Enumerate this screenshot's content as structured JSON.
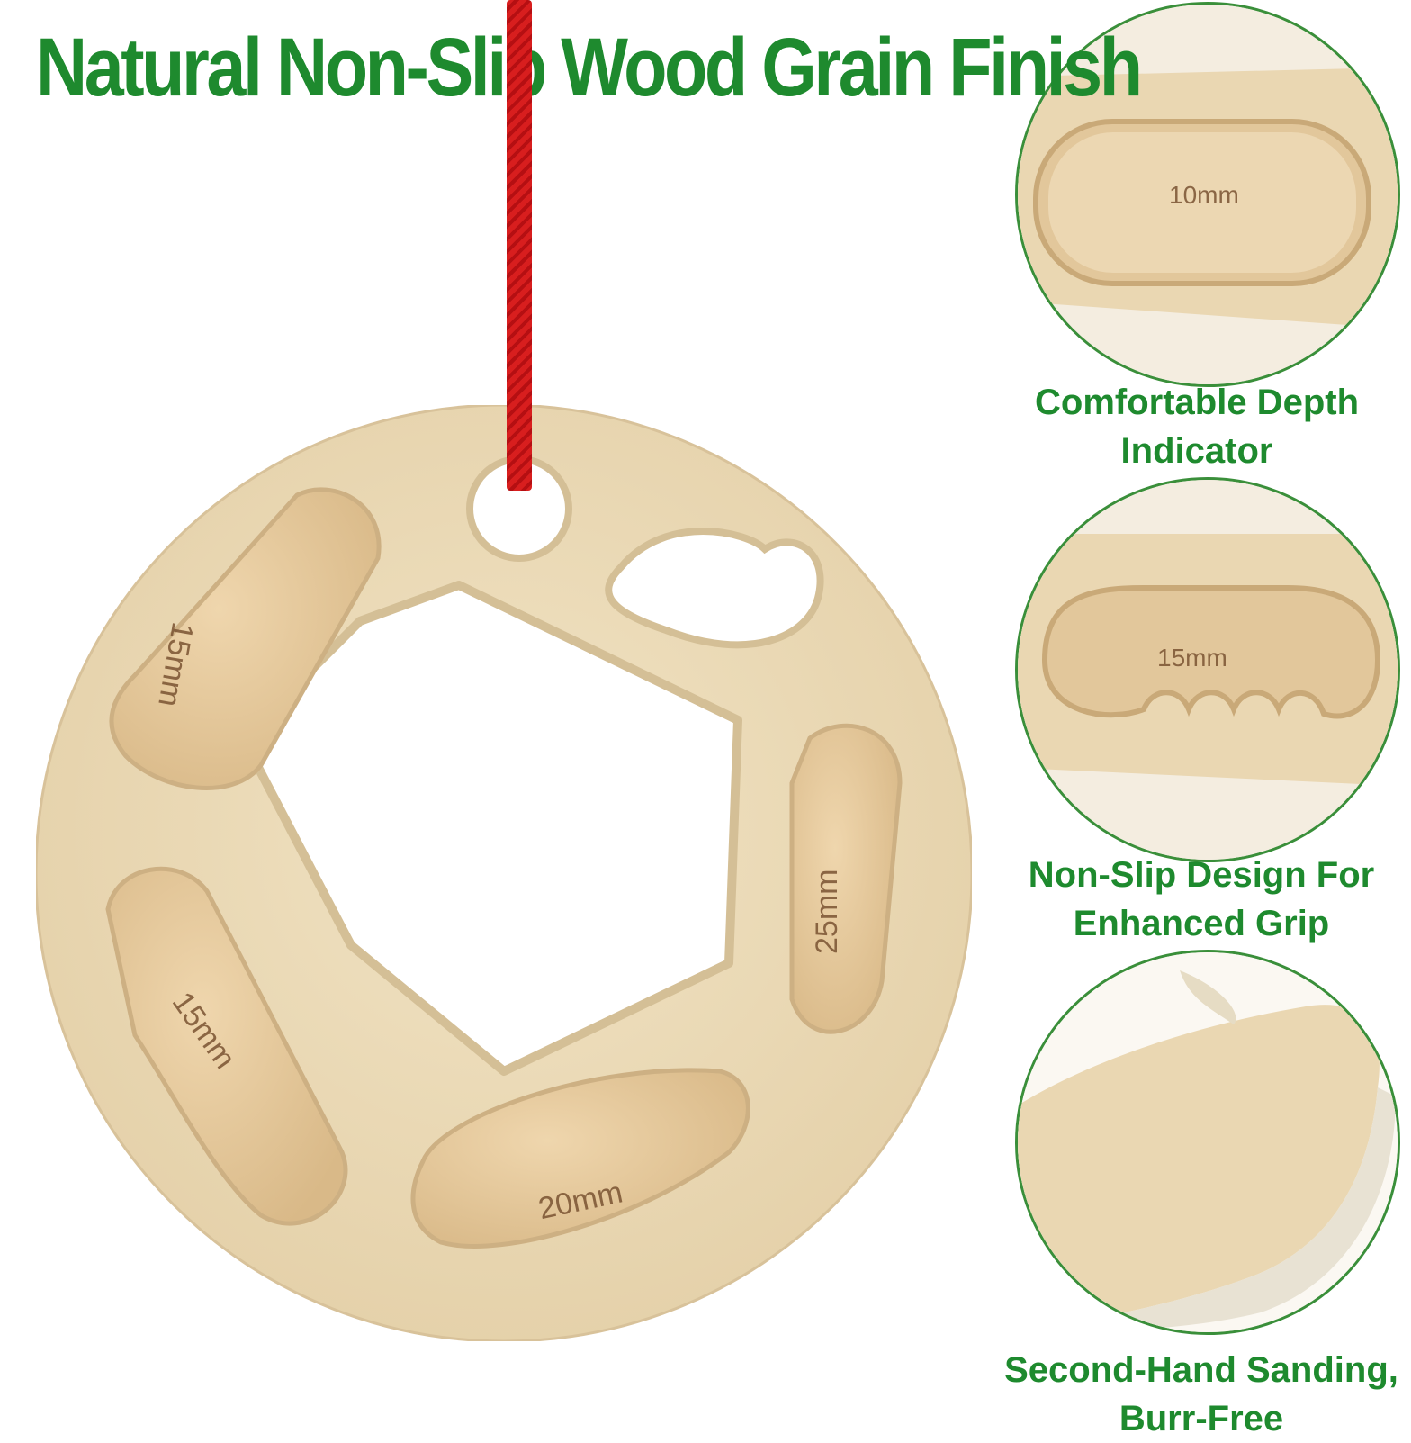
{
  "headline": "Natural Non-Slip Wood Grain Finish",
  "main_labels": {
    "top_left": "15mm",
    "right": "25mm",
    "bottom_left": "15mm",
    "bottom": "20mm"
  },
  "details": [
    {
      "label": "10mm",
      "caption": [
        "Comfortable Depth",
        "Indicator"
      ]
    },
    {
      "label": "15mm",
      "caption": [
        "Non-Slip Design For",
        "Enhanced Grip"
      ]
    },
    {
      "label": "",
      "caption": [
        "Second-Hand Sanding,",
        "Burr-Free"
      ]
    }
  ],
  "colors": {
    "headline_green": "#1e8a2e",
    "wood": "#ead9b6",
    "rope_red": "#d81e1e",
    "circle_border": "#3a8f3a"
  }
}
